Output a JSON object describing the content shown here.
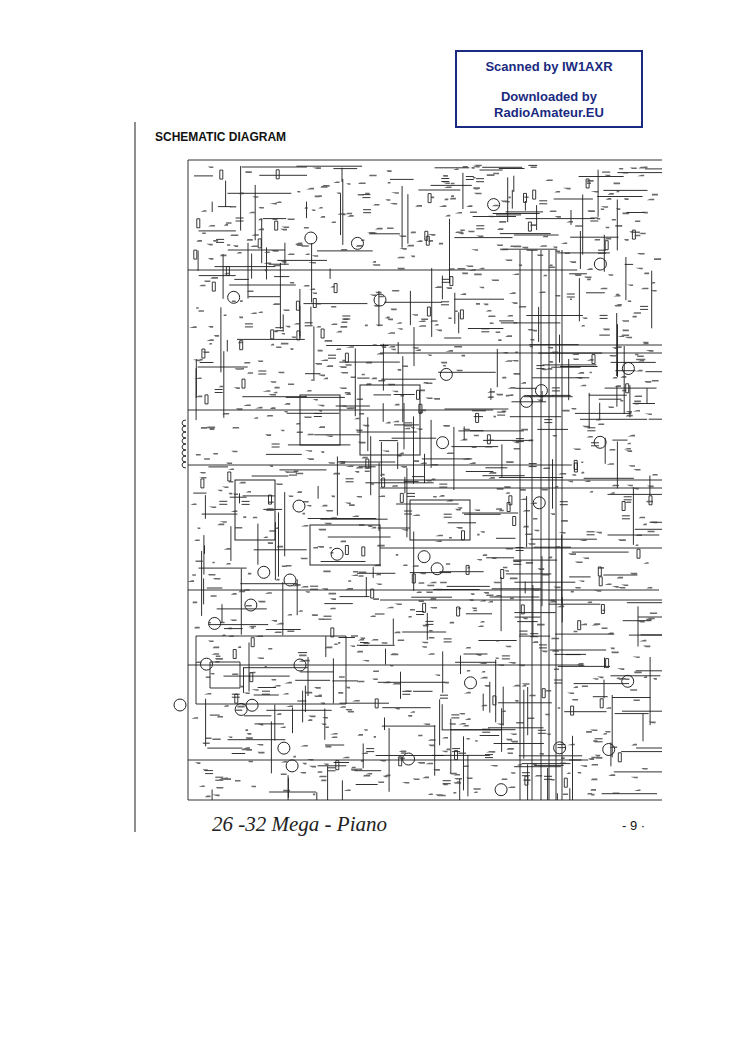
{
  "diagram": {
    "title": "SCHEMATIC DIAGRAM",
    "nodes": [
      {
        "text": [
          "Scanned by IW1AXR",
          "Downloaded by RadioAmateur.EU"
        ]
      }
    ],
    "labels": [
      "26 -32 Mega - Piano",
      "- 9 ·"
    ]
  }
}
